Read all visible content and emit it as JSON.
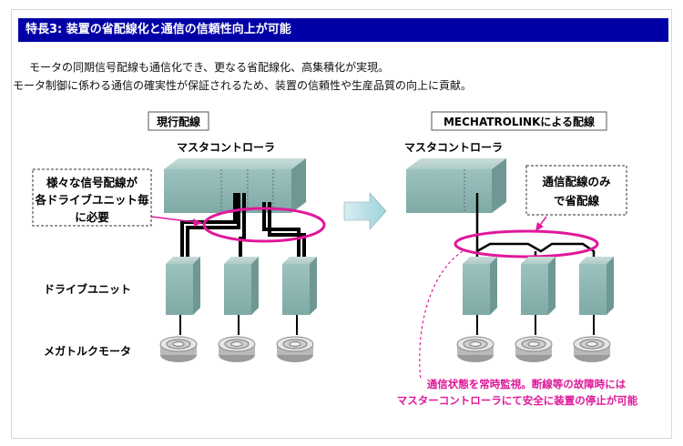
{
  "title": "特長3: 装置の省配線化と通信の信頼性向上が可能",
  "description": {
    "line1": "モータの同期信号配線も通信化でき、更なる省配線化、高集積化が実現。",
    "line2": "モータ制御に係わる通信の確実性が保証されるため、装置の信頼性や生産品質の向上に貢献。"
  },
  "diagram": {
    "left": {
      "heading": "現行配線",
      "controller_label": "マスタコントローラ",
      "callout": [
        "様々な信号配線が",
        "各ドライブユニット毎",
        "に必要"
      ],
      "drive_label": "ドライブユニット",
      "motor_label": "メガトルクモータ"
    },
    "right": {
      "heading": "MECHATROLINKによる配線",
      "controller_label": "マスタコントローラ",
      "callout": [
        "通信配線のみ",
        "で省配線"
      ],
      "note": [
        "通信状態を常時監視。断線等の故障時には",
        "マスターコントローラにて安全に装置の停止が可能"
      ]
    },
    "colors": {
      "title_bar": "#0000a6",
      "box_face": "#8fb8b4",
      "highlight": "#e0189a",
      "arrow": "#a8d8e0"
    }
  }
}
